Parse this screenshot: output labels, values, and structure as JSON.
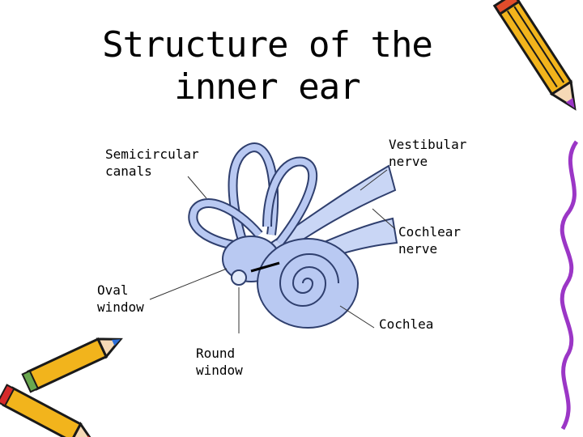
{
  "slide": {
    "title": "Structure of the inner ear"
  },
  "labels": {
    "semicircular": "Semicircular\ncanals",
    "vestibular": "Vestibular\nnerve",
    "cochlear_nerve": "Cochlear\nnerve",
    "oval_window": "Oval\nwindow",
    "cochlea": "Cochlea",
    "round_window": "Round\nwindow"
  },
  "colors": {
    "ear_fill": "#b9c9f2",
    "ear_stroke": "#2f3f6e",
    "pencil_body": "#f2b41c",
    "pencil_tip": "#8a3a2a",
    "pencil_outline": "#1a1a1a",
    "right_pencil_purple": "#9b36c6"
  },
  "icons": [
    "pencil-icon",
    "pencils-icon",
    "inner-ear-illustration"
  ]
}
